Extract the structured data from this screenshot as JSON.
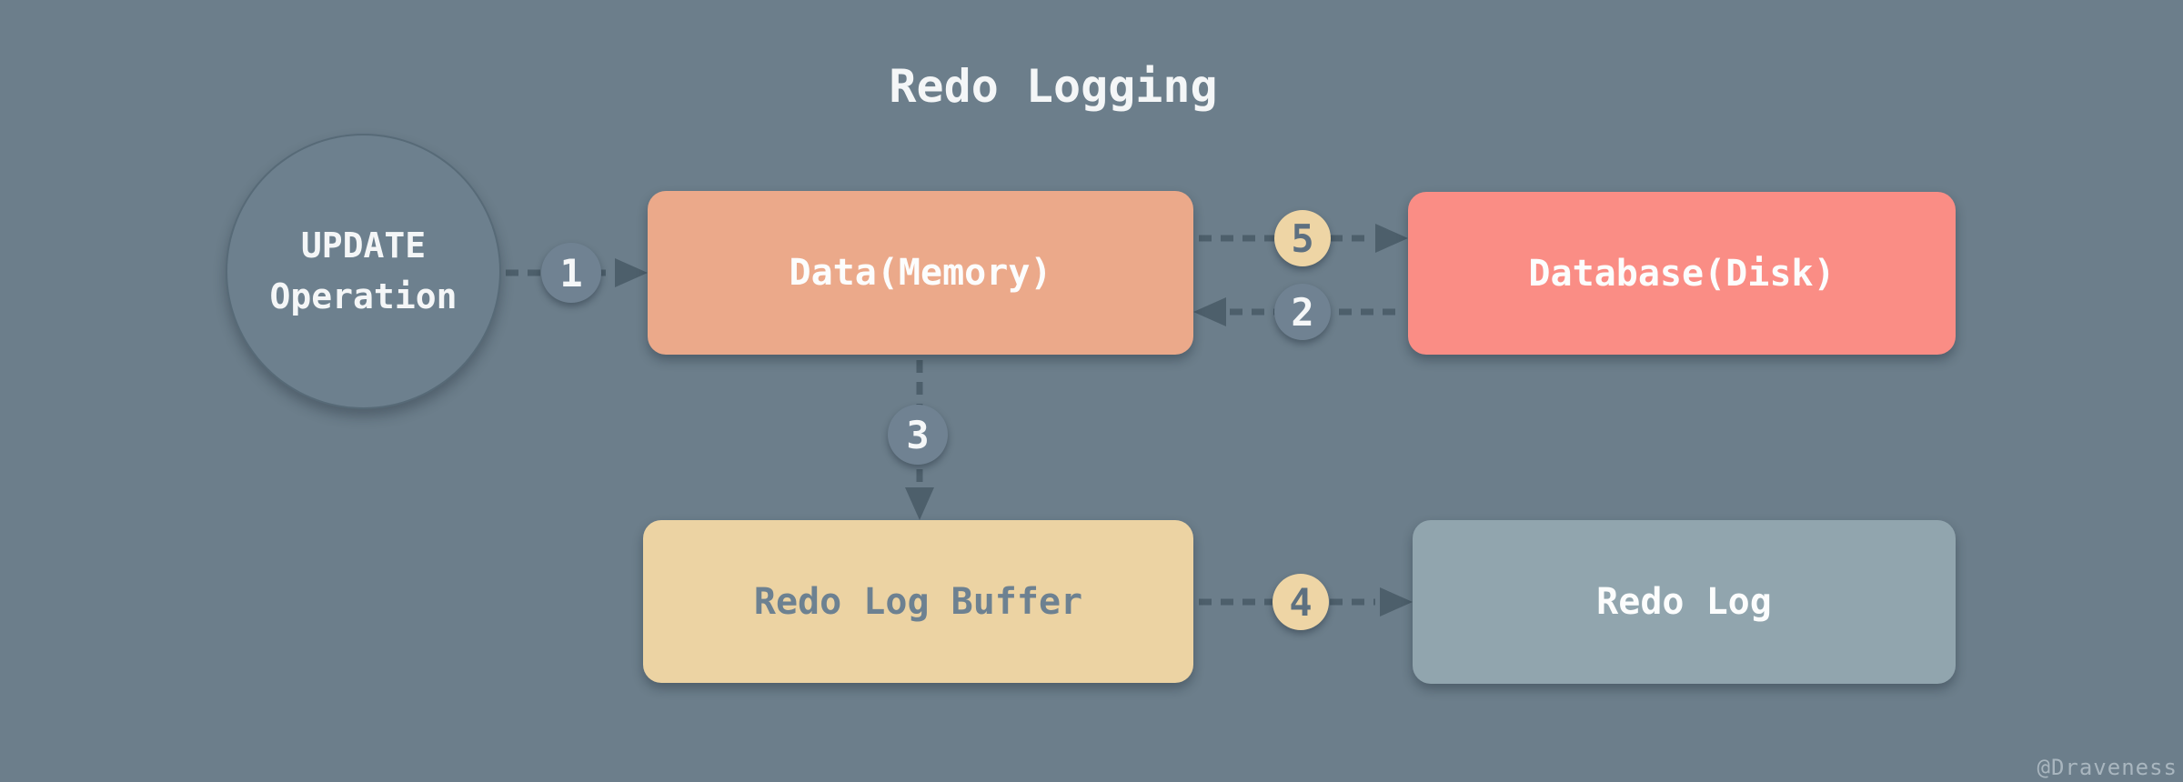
{
  "title": "Redo Logging",
  "watermark": "@Draveness",
  "nodes": {
    "update_operation": {
      "line1": "UPDATE",
      "line2": "Operation"
    },
    "data_memory": {
      "label": "Data(Memory)"
    },
    "database_disk": {
      "label": "Database(Disk)"
    },
    "redo_log_buffer": {
      "label": "Redo Log Buffer"
    },
    "redo_log": {
      "label": "Redo Log"
    }
  },
  "badges": [
    {
      "label": "1",
      "style": "slate"
    },
    {
      "label": "2",
      "style": "slate"
    },
    {
      "label": "3",
      "style": "slate"
    },
    {
      "label": "4",
      "style": "tan"
    },
    {
      "label": "5",
      "style": "tan"
    }
  ],
  "edges": [
    {
      "step": "1",
      "from": "update-operation",
      "to": "data-memory",
      "direction": "right"
    },
    {
      "step": "2",
      "from": "database-disk",
      "to": "data-memory",
      "direction": "left"
    },
    {
      "step": "3",
      "from": "data-memory",
      "to": "redo-log-buffer",
      "direction": "down"
    },
    {
      "step": "4",
      "from": "redo-log-buffer",
      "to": "redo-log",
      "direction": "right"
    },
    {
      "step": "5",
      "from": "data-memory",
      "to": "database-disk",
      "direction": "right"
    }
  ],
  "colors": {
    "background": "#6c7e8b",
    "node_update_operation": "#6d808e",
    "node_data_memory": "#eba98a",
    "node_database_disk": "#fa8d85",
    "node_redo_log_buffer": "#ecd3a3",
    "node_redo_log": "#91a5ae",
    "badge_slate": "#708292",
    "badge_tan": "#eed5a5",
    "edge_dash": "#4d5f6b",
    "text_light": "#f5f7f8",
    "text_slate": "#6d8191",
    "watermark": "#a9b6bf"
  }
}
